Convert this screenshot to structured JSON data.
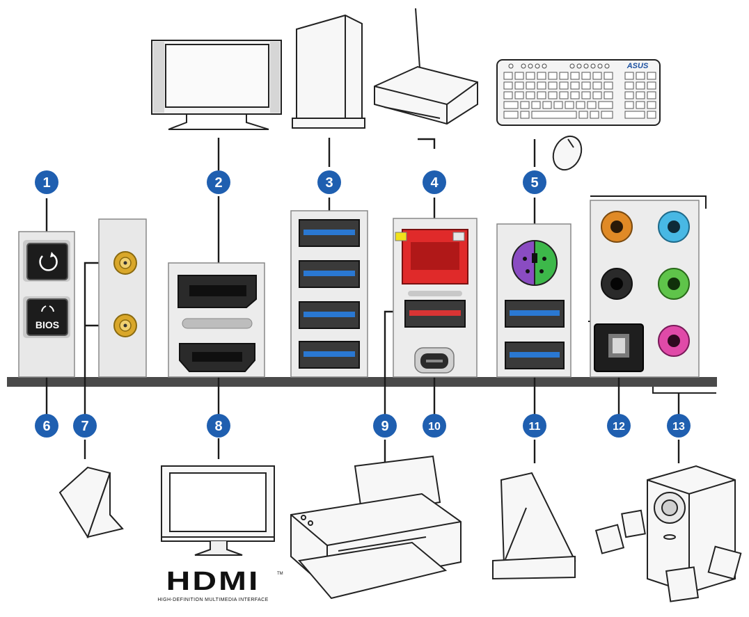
{
  "callouts": [
    {
      "number": "1"
    },
    {
      "number": "2"
    },
    {
      "number": "3"
    },
    {
      "number": "4"
    },
    {
      "number": "5"
    },
    {
      "number": "6"
    },
    {
      "number": "7"
    },
    {
      "number": "8"
    },
    {
      "number": "9"
    },
    {
      "number": "10"
    },
    {
      "number": "11"
    },
    {
      "number": "12"
    },
    {
      "number": "13"
    }
  ],
  "panel": {
    "bios_label": "BIOS"
  },
  "devices": {
    "keyboard_brand": "ASUS",
    "hdmi_logo": "HDMI",
    "hdmi_tagline": "HIGH-DEFINITION MULTIMEDIA INTERFACE",
    "hdmi_tm": "TM"
  },
  "colors": {
    "badge": "#1f5fb0",
    "usb_blue": "#2a78d2",
    "lan_red": "#e02a2a",
    "usb_red": "#d93434",
    "ps2_purple": "#8a4cc2",
    "ps2_green": "#3db84a",
    "audio_orange": "#e08a26",
    "audio_blue": "#48b8e4",
    "audio_black": "#222222",
    "audio_green": "#5fc44a",
    "audio_pink": "#e04aa8",
    "antenna_gold": "#d9a72a",
    "led_yellow": "#f1e21c"
  },
  "icons": [
    "flashback-icon",
    "bios-icon",
    "wifi-antenna-icon",
    "displayport-icon",
    "hdmi-port-icon",
    "usb3-port-icon",
    "lan-port-icon",
    "usb-c-port-icon",
    "ps2-port-icon",
    "optical-spdif-icon",
    "audio-jack-icon",
    "monitor-icon",
    "external-drive-icon",
    "router-icon",
    "keyboard-icon",
    "mouse-icon",
    "printer-icon",
    "scanner-icon",
    "speaker-system-icon"
  ]
}
